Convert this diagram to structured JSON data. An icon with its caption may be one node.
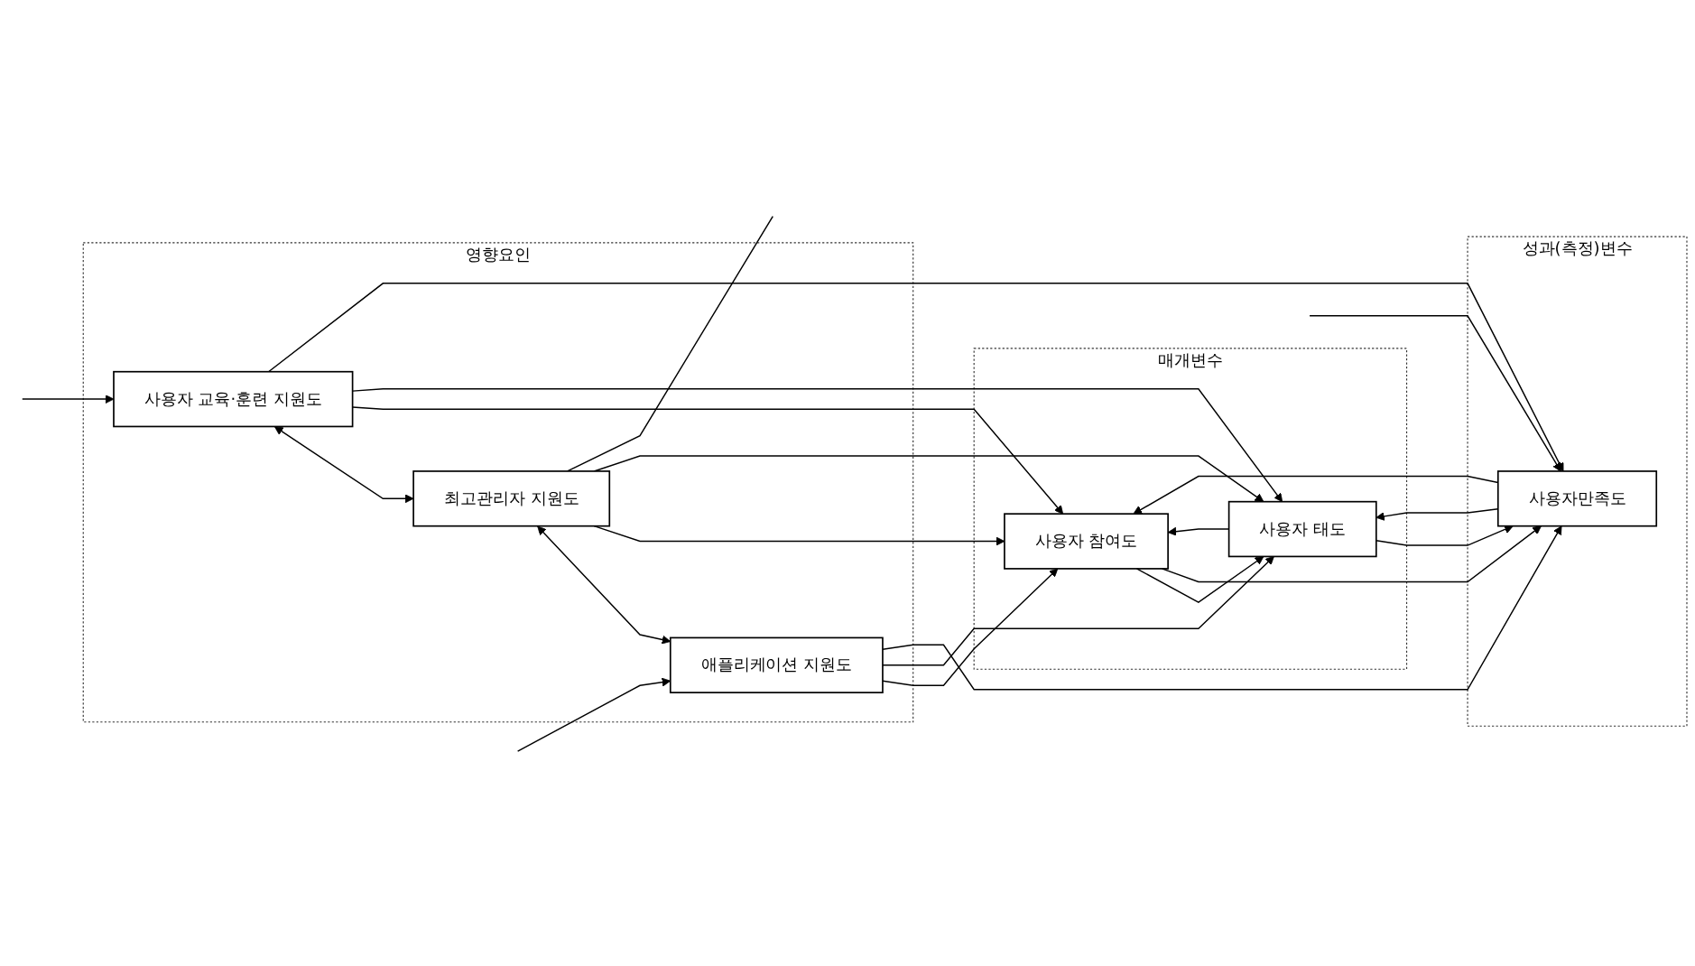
{
  "diagram": {
    "nodes": [
      {
        "text": [
          "영향요인"
        ]
      },
      {
        "text": [
          "사용자 교육·훈련 지원도"
        ],
        "in": 0
      },
      {
        "text": [
          "최고관리자 지원도"
        ],
        "in": 0
      },
      {
        "text": [
          "애플리케이션 지원도"
        ],
        "in": 0
      },
      {
        "text": [
          "매개변수"
        ]
      },
      {
        "text": [
          "사용자 참여도"
        ],
        "in": 4
      },
      {
        "text": [
          "사용자 태도"
        ],
        "in": 4
      },
      {
        "text": [
          "성과(측정)변수"
        ]
      },
      {
        "text": [
          "사용자만족도"
        ],
        "in": 7
      }
    ],
    "edges": [
      {
        "from": 1,
        "to": 2,
        "arrow": "both"
      },
      {
        "from": 2,
        "to": 3,
        "arrow": "both"
      },
      {
        "from": 1,
        "to": 5,
        "arrow": "to"
      },
      {
        "from": 1,
        "to": 6,
        "arrow": "to"
      },
      {
        "from": 2,
        "to": 5,
        "arrow": "to"
      },
      {
        "from": 2,
        "to": 6,
        "arrow": "to"
      },
      {
        "from": 3,
        "to": 5,
        "arrow": "to"
      },
      {
        "from": 3,
        "to": 6,
        "arrow": "to"
      },
      {
        "from": 5,
        "to": 6,
        "arrow": "to"
      },
      {
        "from": 6,
        "to": 5,
        "arrow": "to"
      },
      {
        "from": 5,
        "to": 8,
        "arrow": "to"
      },
      {
        "from": 8,
        "to": 5,
        "arrow": "to"
      },
      {
        "from": 6,
        "to": 8,
        "arrow": "to"
      },
      {
        "from": 8,
        "to": 6,
        "arrow": "to"
      },
      {
        "from": 1,
        "to": 8,
        "arrow": "to"
      },
      {
        "from": 3,
        "to": 8,
        "arrow": "to"
      },
      {
        "from": null,
        "to": 1,
        "arrow": "to"
      },
      {
        "from": null,
        "to": 3,
        "arrow": "to"
      },
      {
        "from": 2,
        "to": null,
        "arrow": "none"
      },
      {
        "from": null,
        "to": 8,
        "arrow": "to"
      }
    ]
  }
}
